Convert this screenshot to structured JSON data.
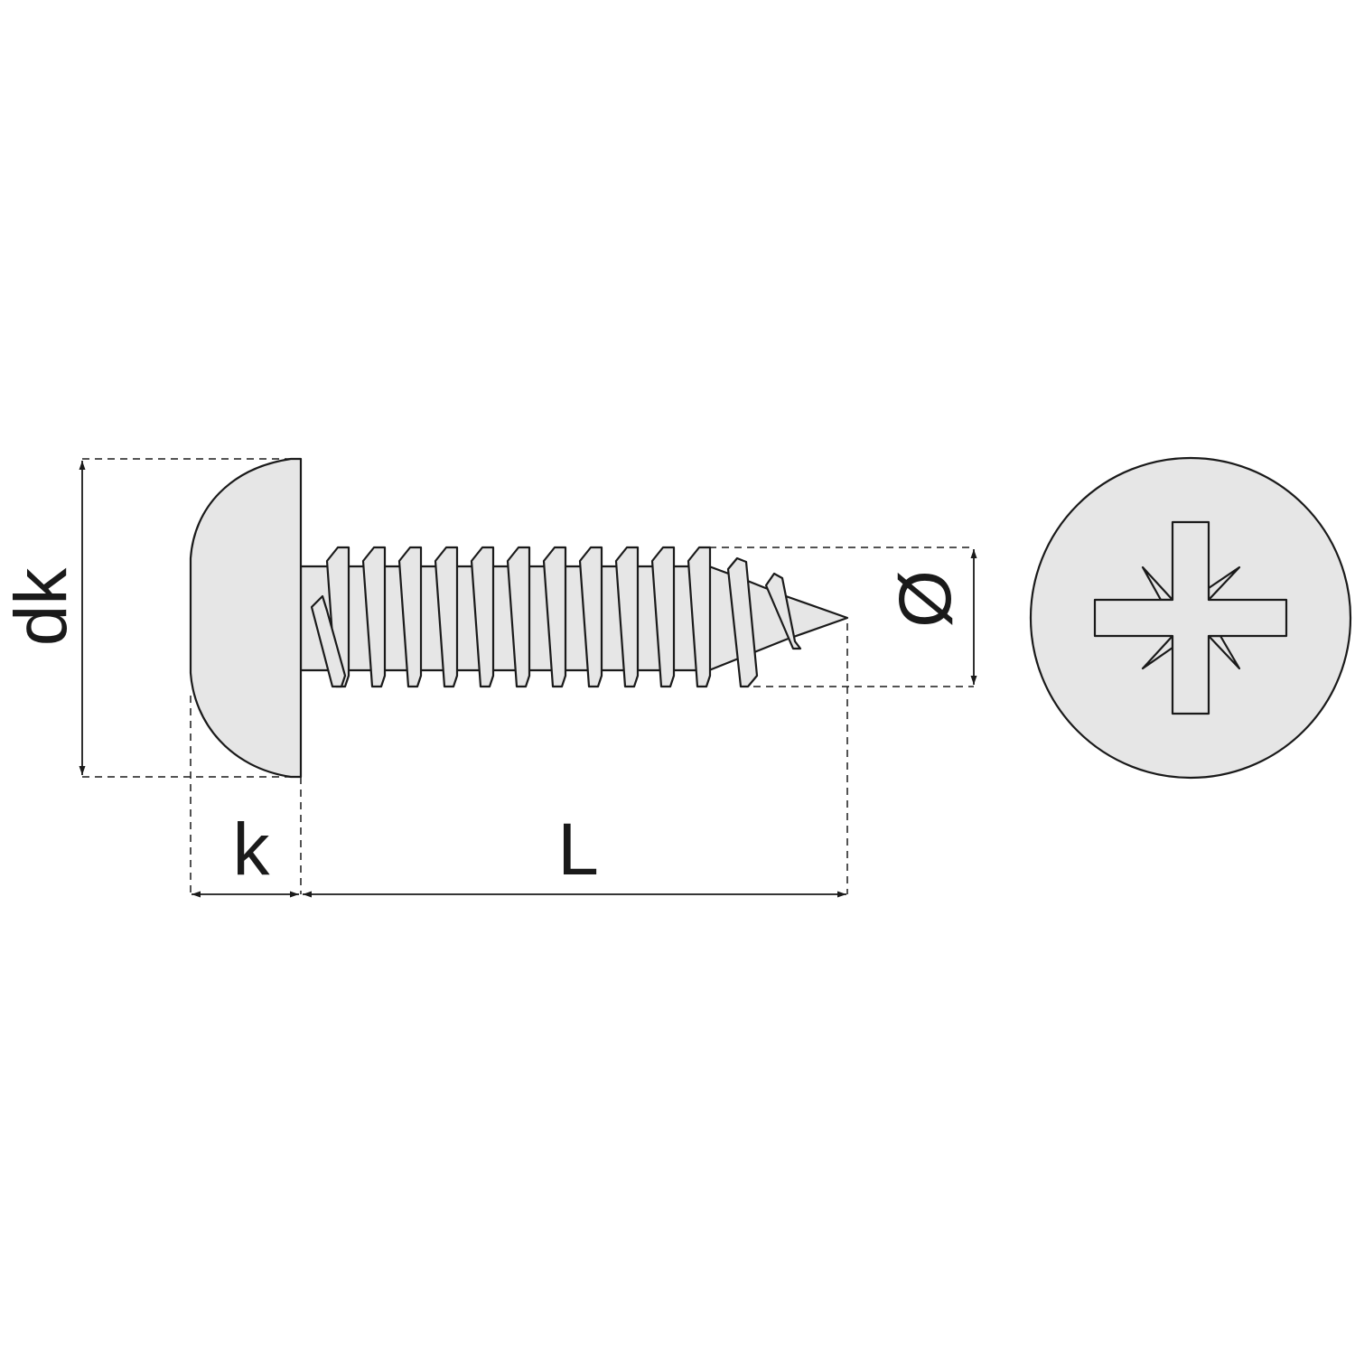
{
  "diagram": {
    "labels": {
      "head_diameter": "dk",
      "head_height": "k",
      "length": "L",
      "thread_diameter": "Ø"
    },
    "colors": {
      "fill": "#e6e6e6",
      "stroke": "#1a1a1a",
      "background": "#ffffff"
    },
    "icons": {
      "drive": "pozidriv-cross-icon"
    }
  }
}
